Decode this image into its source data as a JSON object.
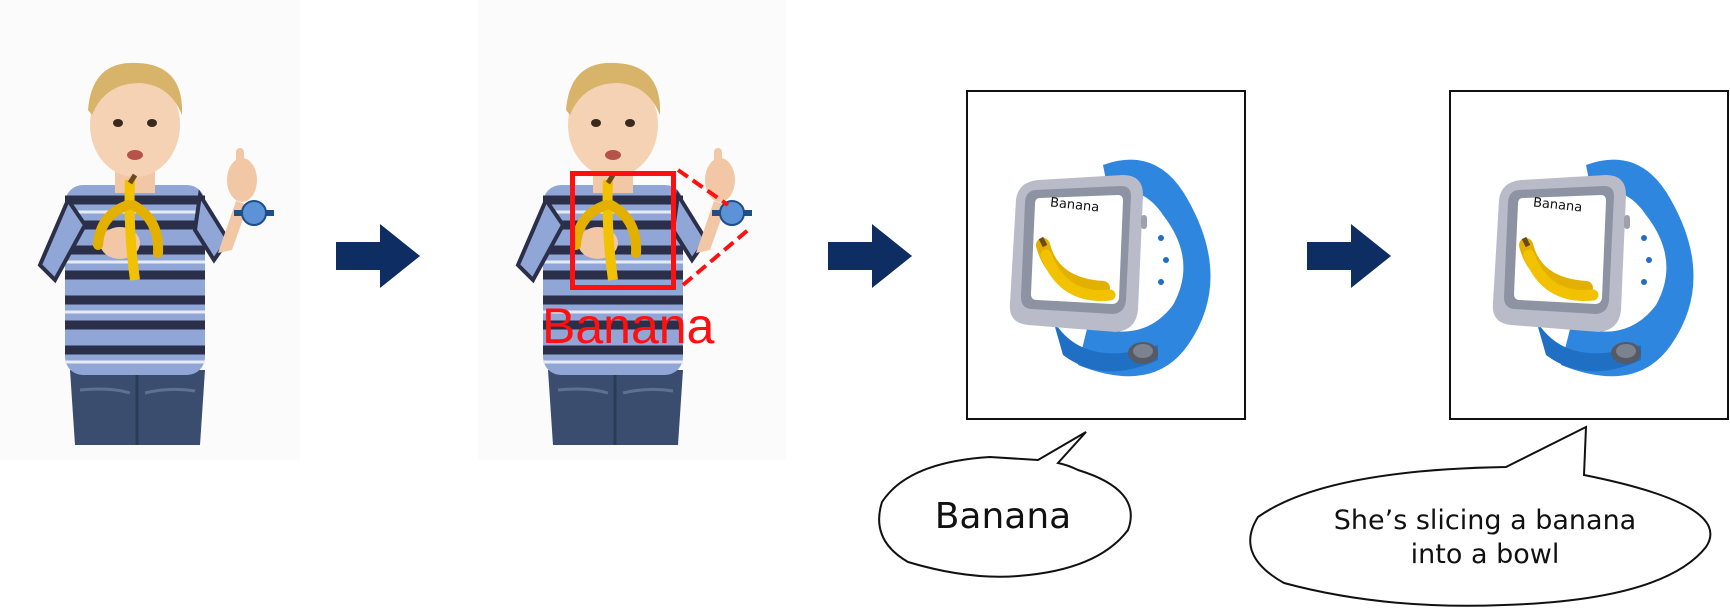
{
  "stages": [
    {
      "id": "child",
      "description_icon": "child-photo"
    },
    {
      "id": "detection",
      "label": "Banana"
    },
    {
      "id": "watch-word",
      "screen_text": "Banana",
      "speech": "Banana"
    },
    {
      "id": "watch-sentence",
      "screen_text": "Banana",
      "speech": "She’s slicing a banana\ninto a bowl"
    }
  ],
  "colors": {
    "arrow": "#0d2d63",
    "detection_box": "#ff1010",
    "watch_band": "#2e86de",
    "watch_case": "#b9bcc8",
    "banana": "#f2c200"
  },
  "arrow_icon": "right-arrow-icon"
}
